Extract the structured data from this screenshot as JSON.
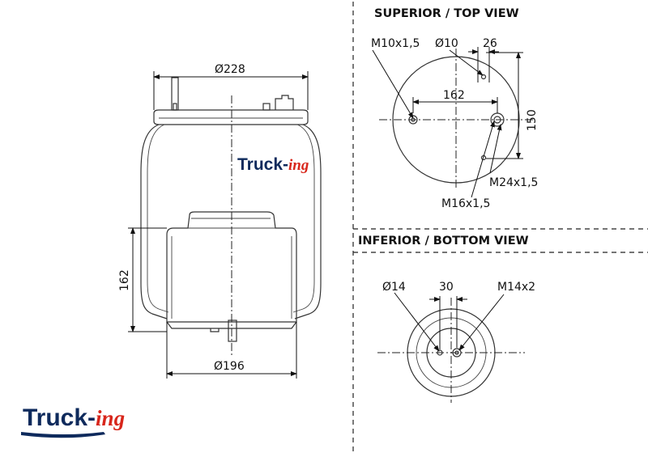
{
  "side_view": {
    "diameter_top": "Ø228",
    "height": "162",
    "diameter_bottom": "Ø196",
    "watermark": {
      "name": "Truck",
      "sep": "-",
      "suffix": "ing"
    }
  },
  "top_view": {
    "heading": "SUPERIOR / TOP VIEW",
    "labels": {
      "thread_small": "M10x1,5",
      "hole_dia": "Ø10",
      "offset": "26",
      "spacing": "162",
      "height": "150",
      "thread_air": "M24x1,5",
      "thread_stud": "M16x1,5"
    }
  },
  "bottom_view": {
    "heading": "INFERIOR / BOTTOM VIEW",
    "labels": {
      "hole_dia": "Ø14",
      "offset": "30",
      "thread": "M14x2"
    }
  },
  "logo": {
    "name": "Truck",
    "sep": "-",
    "suffix": "ing",
    "colors": {
      "dark": "#0e2a5c",
      "accent": "#d8261b"
    }
  }
}
